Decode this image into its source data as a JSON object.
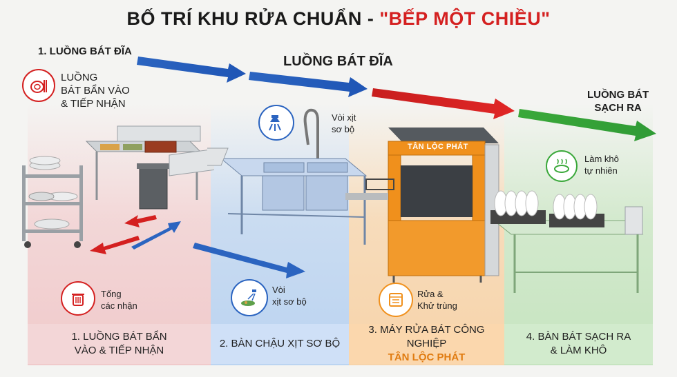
{
  "title": {
    "main": "BỐ TRÍ KHU RỬA CHUẨN - ",
    "accent": "\"BẾP MỘT CHIỀU\""
  },
  "flow": {
    "top_left": "1. LUỒNG BÁT ĐĨA",
    "center": "LUỒNG BÁT ĐĨA",
    "right_line1": "LUỒNG BÁT",
    "right_line2": "SẠCH RA"
  },
  "stage1": {
    "intro_line1": "LUỒNG",
    "intro_line2": "BÁT BẨN VÀO",
    "intro_line3": "& TIẾP NHẬN",
    "note_line1": "Tống",
    "note_line2": "các nhận",
    "label_line1": "1. LUỒNG BÁT BẨN",
    "label_line2": "VÀO & TIẾP NHẬN"
  },
  "stage2": {
    "callout_line1": "Vòi xịt",
    "callout_line2": "sơ bộ",
    "note_line1": "Vòi",
    "note_line2": "xịt sơ bộ",
    "label": "2. BÀN CHẬU XỊT SƠ BỘ"
  },
  "stage3": {
    "brand": "TÂN LỘC PHÁT",
    "note_line1": "Rửa &",
    "note_line2": "Khử trùng",
    "label_line1": "3. MÁY RỬA BÁT CÔNG NGHIỆP",
    "label_line2": "TÂN LỘC PHÁT"
  },
  "stage4": {
    "note_line1": "Làm khô",
    "note_line2": "tự nhiên",
    "label_line1": "4. BÀN BÁT SẠCH RA",
    "label_line2": "& LÀM KHÔ"
  },
  "colors": {
    "red": "#d42020",
    "blue": "#2b64c0",
    "orange": "#f0901c",
    "green": "#3aa83a"
  }
}
